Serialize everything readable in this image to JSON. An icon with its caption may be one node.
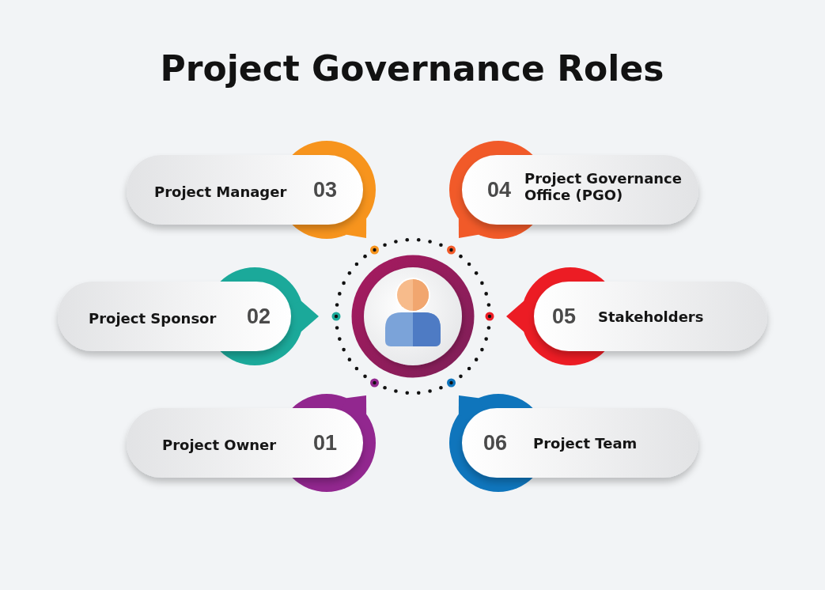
{
  "diagram": {
    "title": "Project Governance Roles",
    "nodes": [
      {
        "text": [
          "Project Manager",
          "03"
        ]
      },
      {
        "text": [
          "04",
          "Project Governance Office (PGO)"
        ]
      },
      {
        "text": [
          "Project Sponsor",
          "02"
        ]
      },
      {
        "text": [
          "05",
          "Stakeholders"
        ]
      },
      {
        "text": [
          "Project Owner",
          "01"
        ]
      },
      {
        "text": [
          "06",
          "Project Team"
        ]
      }
    ]
  }
}
